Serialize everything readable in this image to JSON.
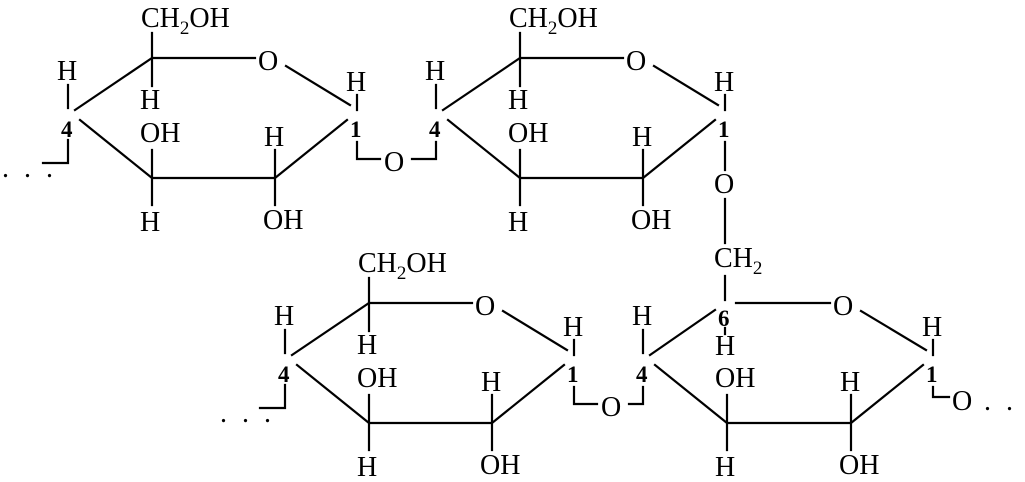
{
  "labels": {
    "H": "H",
    "O": "O",
    "OH": "OH",
    "CH": "CH",
    "two": "2",
    "ch2oh_tail": "OH",
    "c1": "1",
    "c4": "4",
    "c6": "6",
    "chain_dots": ". . ."
  },
  "colors": {
    "line": "#000000",
    "background": "#ffffff"
  }
}
